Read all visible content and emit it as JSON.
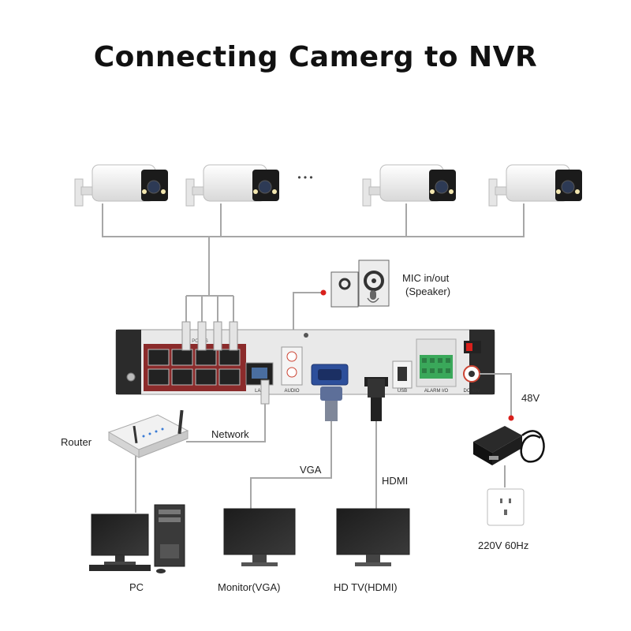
{
  "title": "Connecting Camerg to NVR",
  "dots": "• • •",
  "labels": {
    "mic": "MIC in/out",
    "speaker": "(Speaker)",
    "network": "Network",
    "router": "Router",
    "vga": "VGA",
    "hdmi": "HDMI",
    "power_48v": "48V",
    "mains": "220V 60Hz",
    "pc": "PC",
    "monitor": "Monitor(VGA)",
    "hdtv": "HD TV(HDMI)"
  },
  "nvr_ports": {
    "poe": "PoE PORTS",
    "lan": "LAN",
    "audio": "AUDIO",
    "usb": "USB",
    "alarm": "ALARM I/O",
    "dc": "DC 48V"
  },
  "colors": {
    "cable": "#a7a7a7",
    "nvr_body": "#e9e9e9",
    "nvr_bezel": "#2b2b2b",
    "terminal_green": "#3aa85a",
    "accent_red": "#d9201c",
    "text": "#222222"
  }
}
